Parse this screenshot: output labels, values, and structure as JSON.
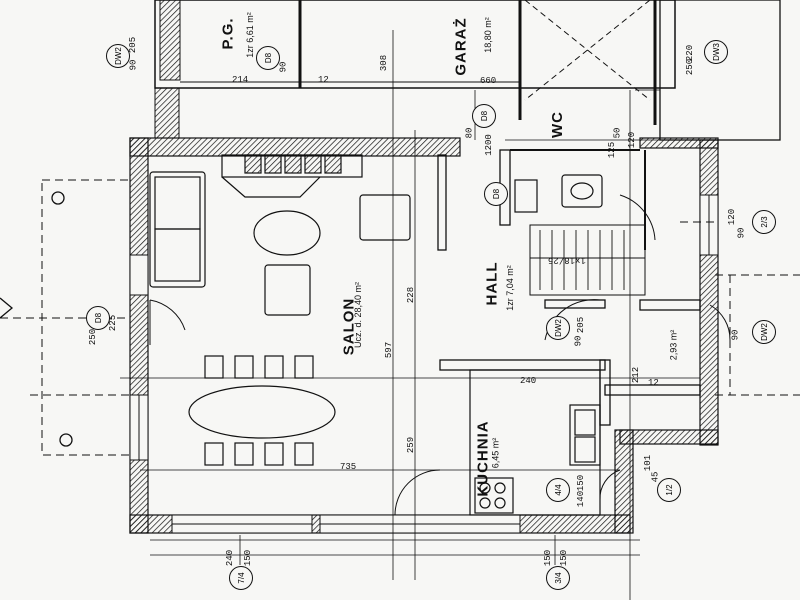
{
  "rooms": {
    "salon": "SALON",
    "salon_area": "Ucz. d. 28,40 m²",
    "kuchnia": "KUCHNIA",
    "kuchnia_area": "6,45 m²",
    "hall": "HALL",
    "hall_area": "1zr 7,04 m²",
    "wc": "WC",
    "pg": "P.G.",
    "pg_area": "1zr 6,61 m²",
    "garaz": "GARAŻ",
    "garaz_area": "18,80 m²",
    "side_area": "2,93 m²"
  },
  "dimensions": {
    "d_308": "308",
    "d_214": "214",
    "d_12": "12",
    "d_660": "660",
    "d_80": "80",
    "d_1200": "1200",
    "d_597": "597",
    "d_228": "228",
    "d_259": "259",
    "d_240": "240",
    "d_735": "735",
    "d_150a": "150",
    "d_140": "140",
    "d_212": "212",
    "d_12b": "12",
    "d_250": "250",
    "d_225": "225",
    "d_220": "220",
    "d_205": "205",
    "d_90a": "90",
    "d_90b": "90",
    "d_205b": "205",
    "d_90c": "90",
    "d_240b": "240",
    "d_150b": "150",
    "d_150c": "150",
    "d_150d": "150",
    "d_101": "101",
    "d_45": "45",
    "d_120": "120",
    "d_90d": "90",
    "d_250b": "250",
    "d_90e": "90",
    "d_50": "50",
    "d_120b": "120",
    "d_125": "125",
    "d_160x": "1x18/25"
  },
  "tags": {
    "t_dw2": "DW2",
    "t_d8": "D8",
    "t_dw3": "DW3",
    "t_d8b": "D8",
    "t_dw2b": "DW2",
    "t_dw2c": "DW2",
    "t_d8c": "D8",
    "t_d8d": "D8",
    "t_214": "2/3",
    "t_714": "7/4",
    "t_344": "3/4",
    "t_12": "1/2",
    "t_44": "4/4"
  }
}
